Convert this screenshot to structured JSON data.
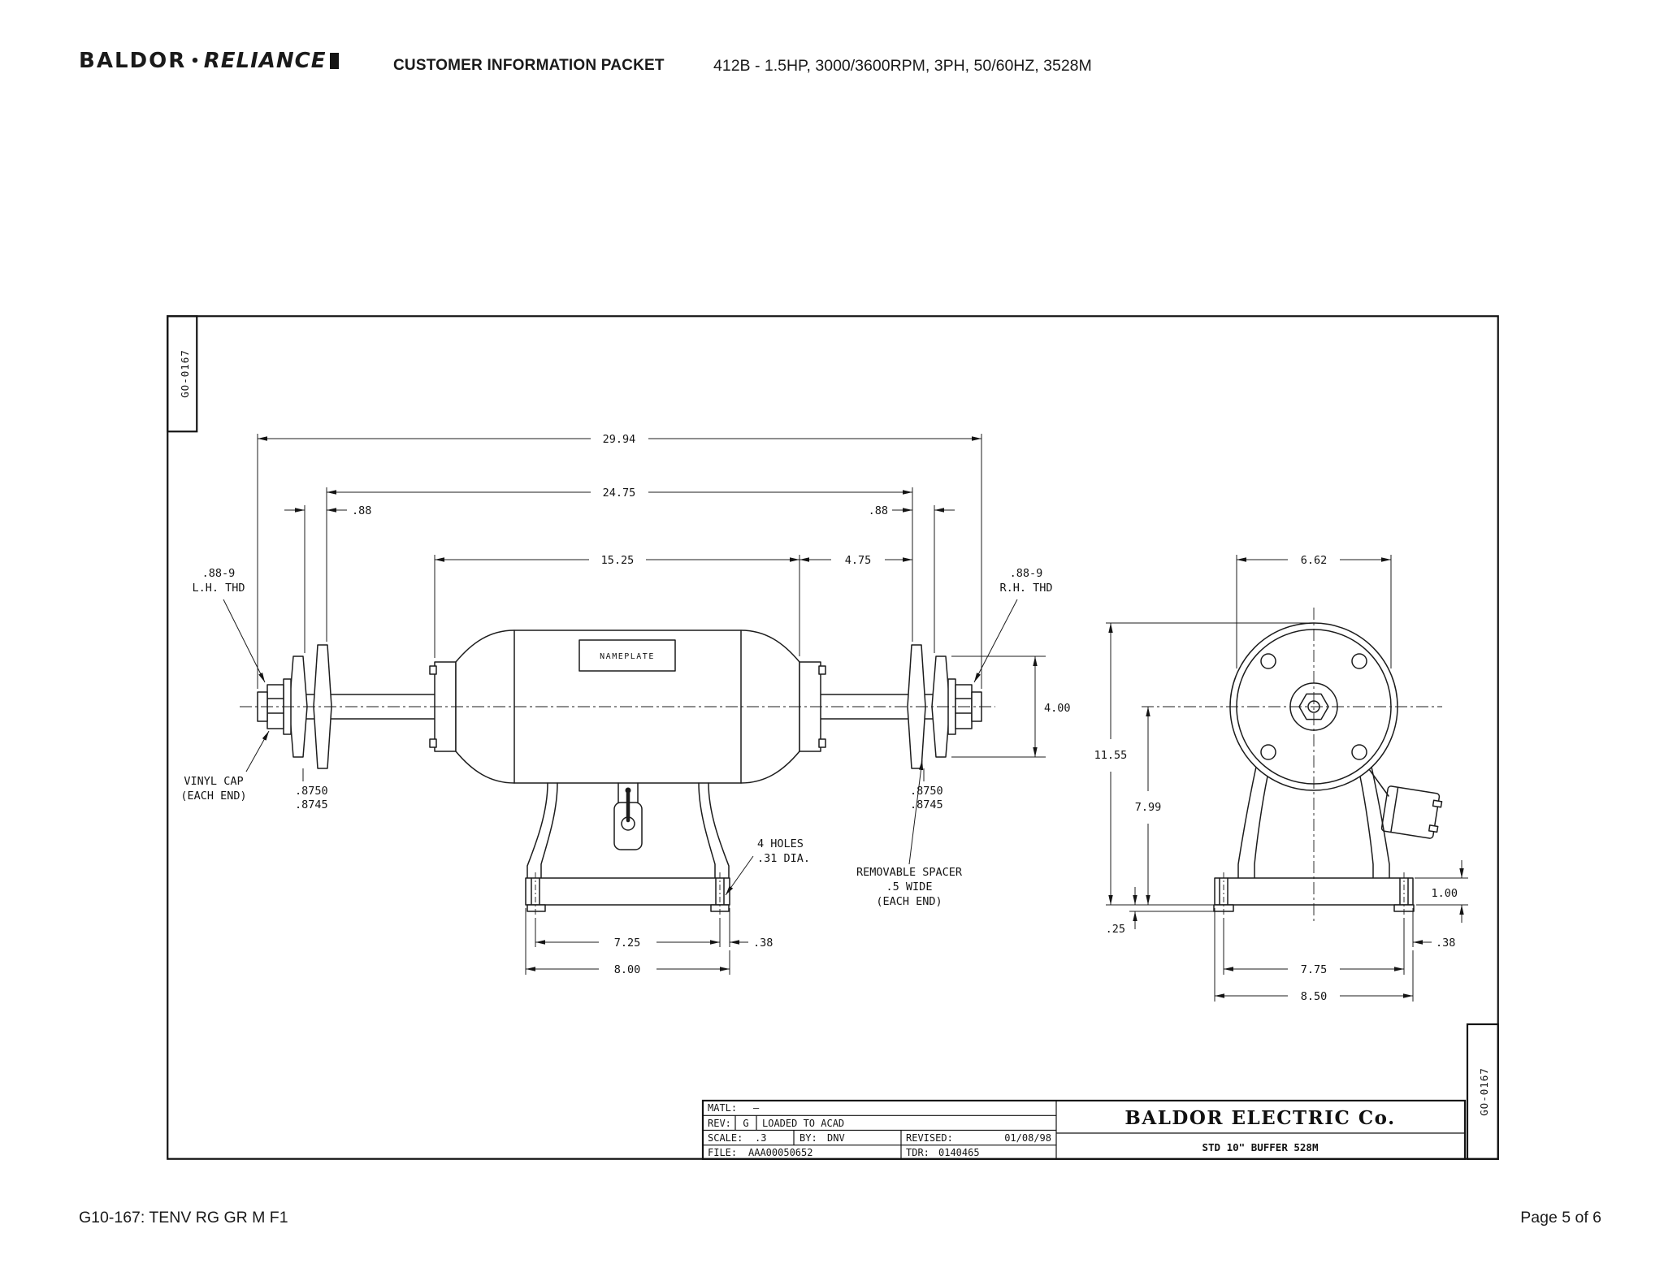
{
  "header": {
    "logo_baldor": "BALDOR",
    "logo_separator": "•",
    "logo_reliance": "RELIANCE",
    "packet_title": "CUSTOMER INFORMATION PACKET",
    "spec_line": "412B - 1.5HP, 3000/3600RPM, 3PH, 50/60HZ, 3528M"
  },
  "drawing": {
    "doc_number": "GO-0167",
    "side_view": {
      "overall_length": "29.94",
      "length_over_spacers": "24.75",
      "left_end_play": ".88",
      "right_end_play": ".88",
      "frame_length": "15.25",
      "shaft_extension": "4.75",
      "left_thread_spec": ".88-9",
      "left_thread_hand": "L.H. THD",
      "right_thread_spec": ".88-9",
      "right_thread_hand": "R.H. THD",
      "nameplate_label": "NAMEPLATE",
      "vinyl_cap_line1": "VINYL CAP",
      "vinyl_cap_line2": "(EACH END)",
      "left_shaft_dia_max": ".8750",
      "left_shaft_dia_min": ".8745",
      "right_shaft_dia_max": ".8750",
      "right_shaft_dia_min": ".8745",
      "flange_dia": "4.00",
      "holes_note_line1": "4 HOLES",
      "holes_note_line2": ".31 DIA.",
      "spacer_note_line1": "REMOVABLE SPACER",
      "spacer_note_line2": ".5 WIDE",
      "spacer_note_line3": "(EACH END)",
      "foot_hole_span": "7.25",
      "foot_hole_edge": ".38",
      "base_length": "8.00"
    },
    "end_view": {
      "face_dia": "6.62",
      "overall_height": "11.55",
      "shaft_height": "7.99",
      "base_height": "1.00",
      "pad_height": ".25",
      "hole_edge_offset": ".38",
      "foot_hole_span": "7.75",
      "base_width": "8.50"
    },
    "title_block": {
      "matl_label": "MATL:",
      "matl_value": "—",
      "rev_label": "REV:",
      "rev_value": "G",
      "rev_note": "LOADED TO ACAD",
      "scale_label": "SCALE:",
      "scale_value": ".3",
      "by_label": "BY:",
      "by_value": "DNV",
      "revised_label": "REVISED:",
      "revised_value": "01/08/98",
      "file_label": "FILE:",
      "file_value": "AAA00050652",
      "tdr_label": "TDR:",
      "tdr_value": "0140465",
      "company": "BALDOR  ELECTRIC  Co.",
      "drawing_title": "STD 10\" BUFFER 528M"
    }
  },
  "footer": {
    "doc_ref": "G10-167: TENV RG GR M F1",
    "page_number": "Page 5 of 6"
  }
}
